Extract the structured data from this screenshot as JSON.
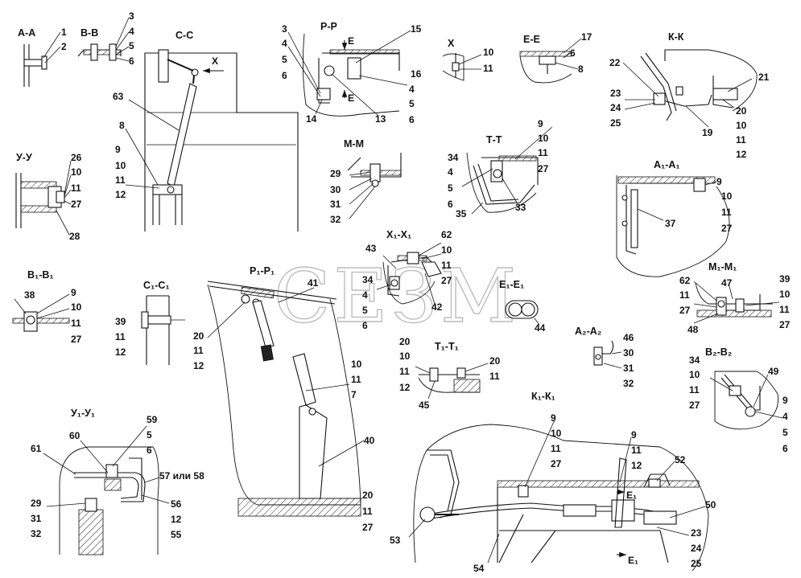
{
  "watermark": "СЕЗМ",
  "views": [
    {
      "id": "AA",
      "title": "А-А",
      "labels": [
        "1",
        "2"
      ]
    },
    {
      "id": "BB",
      "title": "В-В",
      "labels": [
        "3",
        "4",
        "5",
        "6"
      ]
    },
    {
      "id": "CC",
      "title": "С-С",
      "labels": [
        "X",
        "63",
        "8",
        "9",
        "10",
        "11",
        "12"
      ]
    },
    {
      "id": "RR",
      "title": "Р-Р",
      "labels": [
        "3",
        "4",
        "5",
        "6",
        "15",
        "16",
        "4",
        "5",
        "6",
        "13",
        "14",
        "E",
        "E"
      ]
    },
    {
      "id": "X",
      "title": "Х",
      "labels": [
        "10",
        "11"
      ]
    },
    {
      "id": "EE",
      "title": "Е-Е",
      "labels": [
        "17",
        "6",
        "8"
      ]
    },
    {
      "id": "KK",
      "title": "К-К",
      "labels": [
        "22",
        "21",
        "23",
        "24",
        "25",
        "20",
        "10",
        "11",
        "12",
        "19"
      ]
    },
    {
      "id": "UU",
      "title": "У-У",
      "labels": [
        "26",
        "10",
        "11",
        "27",
        "28"
      ]
    },
    {
      "id": "MM",
      "title": "М-М",
      "labels": [
        "29",
        "30",
        "31",
        "32"
      ]
    },
    {
      "id": "TT",
      "title": "Т-Т",
      "labels": [
        "9",
        "10",
        "11",
        "27",
        "34",
        "4",
        "5",
        "6",
        "35",
        "33"
      ]
    },
    {
      "id": "A1A1",
      "title": "А₁-А₁",
      "labels": [
        "9",
        "10",
        "11",
        "27",
        "37"
      ]
    },
    {
      "id": "B1B1",
      "title": "В₁-В₁",
      "labels": [
        "38",
        "9",
        "10",
        "11",
        "27"
      ]
    },
    {
      "id": "C1C1",
      "title": "С₁-С₁",
      "labels": [
        "39",
        "11",
        "12"
      ]
    },
    {
      "id": "P1P1",
      "title": "Р₁-Р₁",
      "labels": [
        "41",
        "20",
        "11",
        "12",
        "10",
        "11",
        "7",
        "40",
        "20",
        "11",
        "27"
      ]
    },
    {
      "id": "X1X1",
      "title": "Х₁-Х₁",
      "labels": [
        "43",
        "62",
        "10",
        "11",
        "27",
        "34",
        "4",
        "5",
        "6",
        "42"
      ]
    },
    {
      "id": "E1E1",
      "title": "Е₁-Е₁",
      "labels": [
        "44"
      ]
    },
    {
      "id": "M1M1",
      "title": "М₁-М₁",
      "labels": [
        "62",
        "47",
        "39",
        "10",
        "11",
        "27",
        "11",
        "27",
        "48"
      ]
    },
    {
      "id": "T1T1",
      "title": "Т₁-Т₁",
      "labels": [
        "20",
        "10",
        "11",
        "12",
        "20",
        "11",
        "45"
      ]
    },
    {
      "id": "A2A2",
      "title": "А₂-А₂",
      "labels": [
        "46",
        "30",
        "31",
        "32"
      ]
    },
    {
      "id": "B2B2",
      "title": "В₂-В₂",
      "labels": [
        "34",
        "10",
        "11",
        "27",
        "49",
        "9",
        "4",
        "5",
        "6"
      ]
    },
    {
      "id": "Y1Y1",
      "title": "У₁-У₁",
      "labels": [
        "59",
        "5",
        "6",
        "60",
        "61",
        "57 или 58",
        "29",
        "31",
        "32",
        "56",
        "12",
        "55"
      ]
    },
    {
      "id": "K1K1",
      "title": "К₁-К₁",
      "labels": [
        "9",
        "10",
        "11",
        "27",
        "9",
        "11",
        "12",
        "52",
        "Е₁",
        "50",
        "53",
        "23",
        "24",
        "25",
        "54",
        "Е₁"
      ]
    }
  ]
}
